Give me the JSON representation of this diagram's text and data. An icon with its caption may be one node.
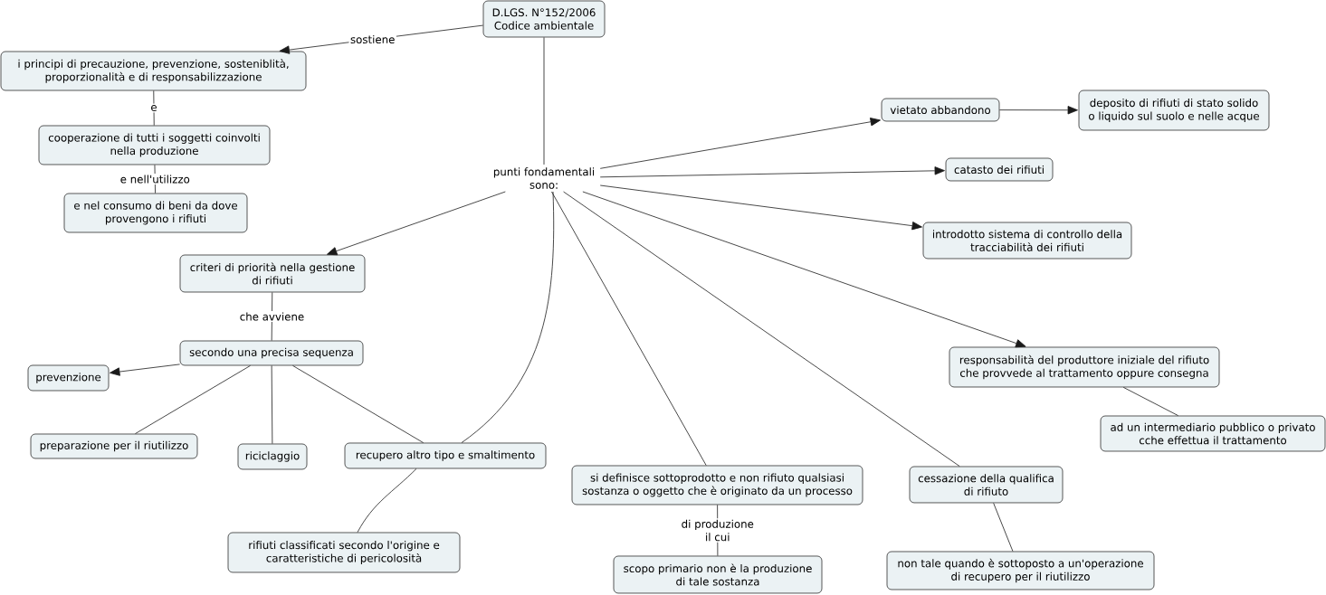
{
  "diagram": {
    "nodes": [
      {
        "text": [
          "D.LGS. N°152/2006 Codice ambientale"
        ]
      },
      {
        "text": [
          "i principi di precauzione, prevenzione, sosteniblità, proporzionalità e di responsabilizzazione"
        ]
      },
      {
        "text": [
          "cooperazione di tutti i soggetti coinvolti nella produzione"
        ]
      },
      {
        "text": [
          "e nel consumo di beni da dove provengono i rifiuti"
        ]
      },
      {
        "text": [
          "punti fondamentali sono:"
        ]
      },
      {
        "text": [
          "vietato abbandono"
        ]
      },
      {
        "text": [
          "deposito di rifiuti di stato solido o liquido sul suolo e nelle acque"
        ]
      },
      {
        "text": [
          "catasto dei rifiuti"
        ]
      },
      {
        "text": [
          "introdotto sistema di controllo della tracciabilità dei rifiuti"
        ]
      },
      {
        "text": [
          "criteri di priorità nella gestione di rifiuti"
        ]
      },
      {
        "text": [
          "secondo una precisa sequenza"
        ]
      },
      {
        "text": [
          "prevenzione"
        ]
      },
      {
        "text": [
          "responsabilità del produttore iniziale del rifiuto che provvede al trattamento oppure consegna"
        ]
      },
      {
        "text": [
          "ad un intermediario pubblico o privato cche effettua il trattamento"
        ]
      },
      {
        "text": [
          "preparazione per il riutilizzo"
        ]
      },
      {
        "text": [
          "riciclaggio"
        ]
      },
      {
        "text": [
          "recupero altro tipo e smaltimento"
        ]
      },
      {
        "text": [
          "si definisce sottoprodotto e non rifiuto qualsiasi sostanza o oggetto che è originato da un processo"
        ]
      },
      {
        "text": [
          "cessazione della qualifica di rifiuto"
        ]
      },
      {
        "text": [
          "rifiuti classificati secondo l'origine e caratteristiche di pericolosità"
        ]
      },
      {
        "text": [
          "scopo primario non è la produzione di tale sostanza"
        ]
      },
      {
        "text": [
          "non tale quando è sottoposto a un'operazione di recupero per il riutilizzo"
        ]
      }
    ],
    "edges": [
      {
        "from": 0,
        "to": 1,
        "arrow": "to",
        "label": "sostiene"
      },
      {
        "from": 1,
        "to": 2,
        "arrow": "none",
        "label": "e"
      },
      {
        "from": 2,
        "to": 3,
        "arrow": "none",
        "label": "e nell'utilizzo"
      },
      {
        "from": 0,
        "to": 4,
        "arrow": "none"
      },
      {
        "from": 4,
        "to": 5,
        "arrow": "to"
      },
      {
        "from": 5,
        "to": 6,
        "arrow": "to"
      },
      {
        "from": 4,
        "to": 7,
        "arrow": "to"
      },
      {
        "from": 4,
        "to": 8,
        "arrow": "to"
      },
      {
        "from": 4,
        "to": 9,
        "arrow": "to"
      },
      {
        "from": 4,
        "to": 12,
        "arrow": "to"
      },
      {
        "from": 4,
        "to": 16,
        "arrow": "none"
      },
      {
        "from": 4,
        "to": 17,
        "arrow": "none"
      },
      {
        "from": 4,
        "to": 18,
        "arrow": "none"
      },
      {
        "from": 9,
        "to": 10,
        "arrow": "none",
        "label": "che avviene"
      },
      {
        "from": 10,
        "to": 11,
        "arrow": "to"
      },
      {
        "from": 10,
        "to": 14,
        "arrow": "none"
      },
      {
        "from": 10,
        "to": 15,
        "arrow": "none"
      },
      {
        "from": 10,
        "to": 16,
        "arrow": "none"
      },
      {
        "from": 12,
        "to": 13,
        "arrow": "none"
      },
      {
        "from": 16,
        "to": 19,
        "arrow": "none"
      },
      {
        "from": 17,
        "to": 20,
        "arrow": "none",
        "label": "di produzione il cui"
      },
      {
        "from": 18,
        "to": 21,
        "arrow": "none"
      }
    ]
  }
}
